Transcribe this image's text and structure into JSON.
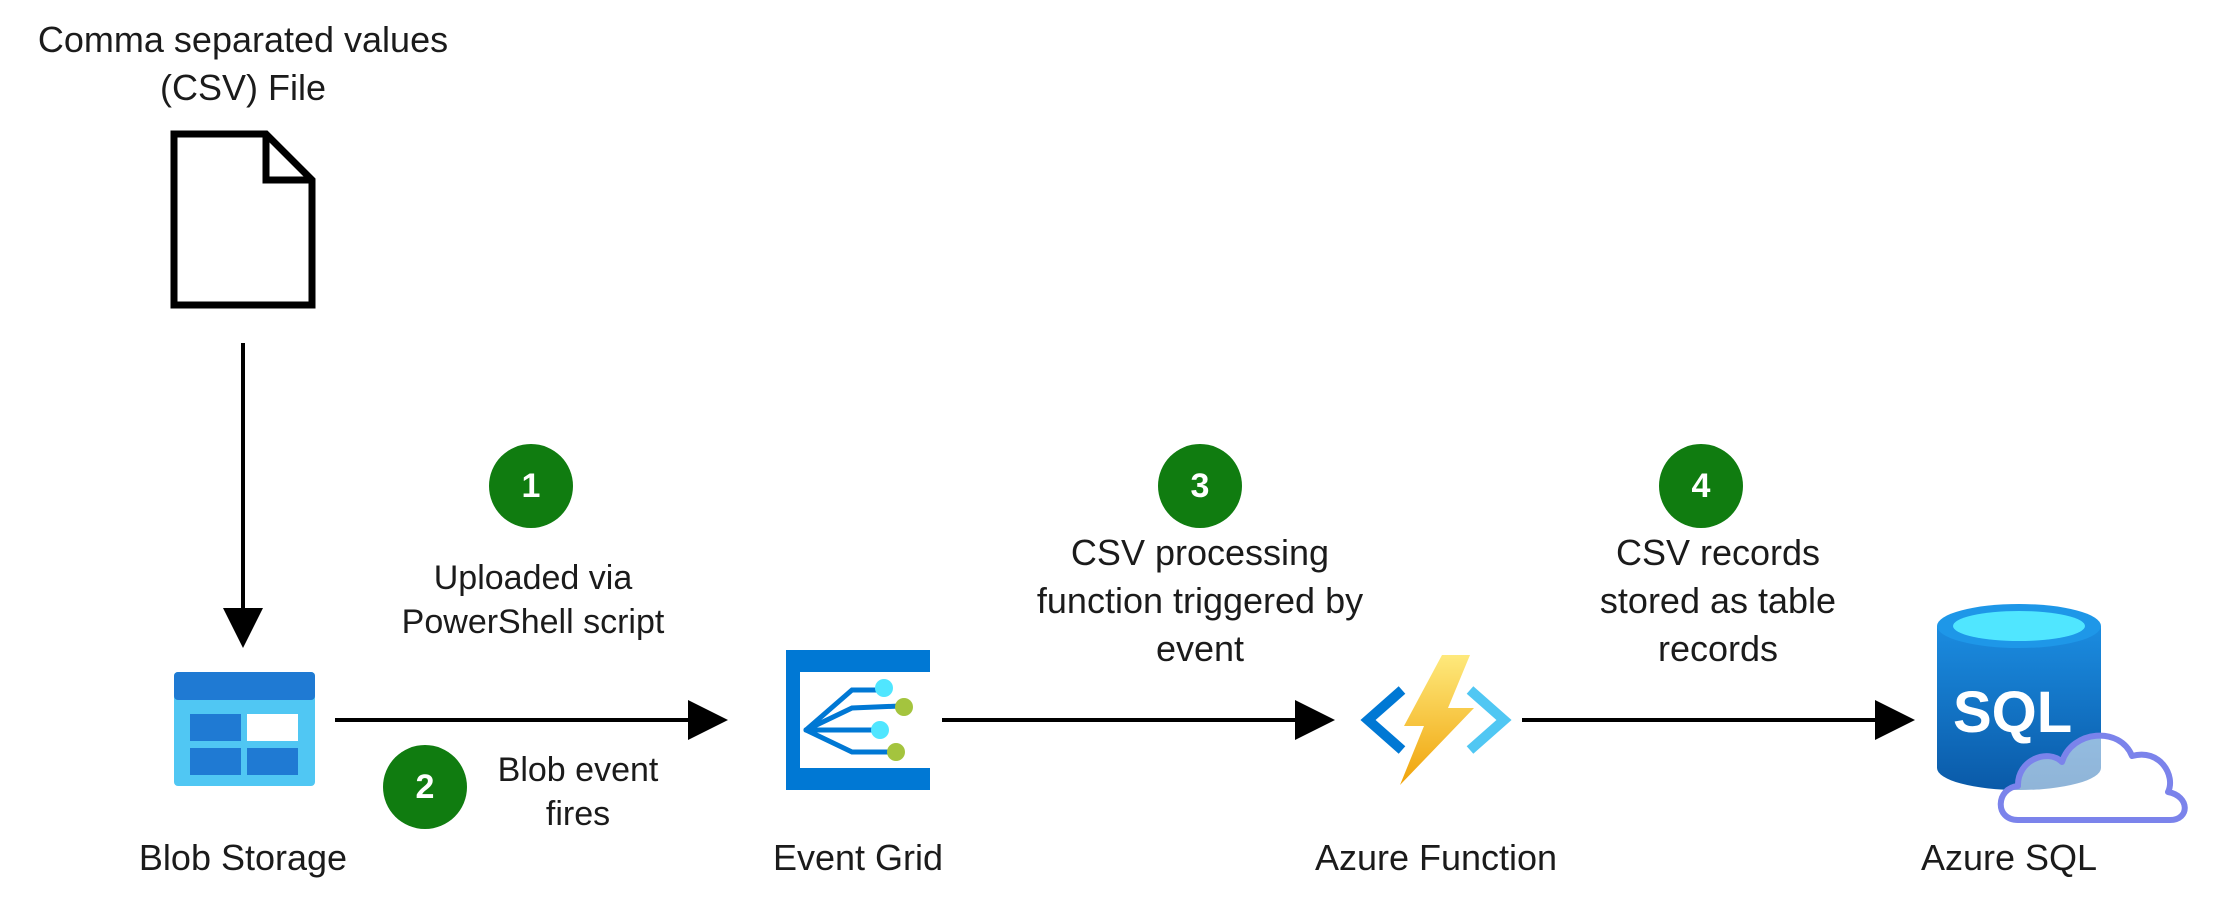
{
  "source": {
    "label_line1": "Comma separated values",
    "label_line2": "(CSV) File",
    "icon": "document-icon"
  },
  "nodes": {
    "blob_storage": {
      "label": "Blob Storage",
      "icon": "blob-storage-icon"
    },
    "event_grid": {
      "label": "Event Grid",
      "icon": "event-grid-icon"
    },
    "azure_function": {
      "label": "Azure Function",
      "icon": "azure-function-icon"
    },
    "azure_sql": {
      "label": "Azure SQL",
      "icon": "azure-sql-icon",
      "icon_text": "SQL"
    }
  },
  "steps": [
    {
      "number": "1",
      "line1": "Uploaded via",
      "line2": "PowerShell script"
    },
    {
      "number": "2",
      "line1": "Blob event",
      "line2": "fires"
    },
    {
      "number": "3",
      "line1": "CSV processing",
      "line2": "function triggered by",
      "line3": "event"
    },
    {
      "number": "4",
      "line1": "CSV records",
      "line2": "stored as table",
      "line3": "records"
    }
  ],
  "colors": {
    "step_badge": "#107c10",
    "azure_blue": "#0078d4",
    "azure_light_blue": "#50e6ff",
    "function_yellow": "#fcd116",
    "cloud_outline": "#7b83eb"
  }
}
